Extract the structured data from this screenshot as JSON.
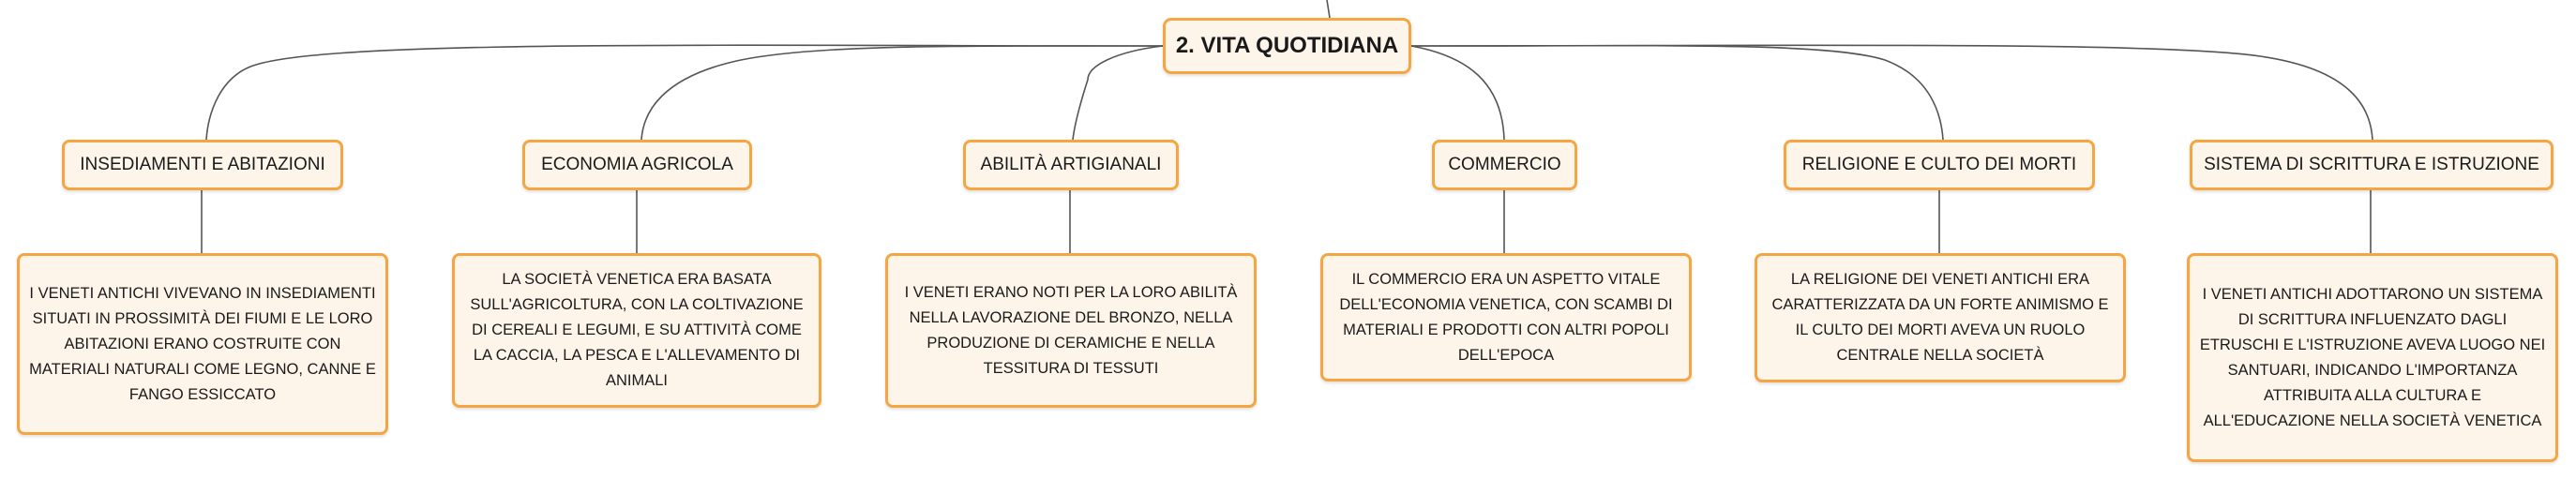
{
  "root": {
    "label": "2. VITA QUOTIDIANA"
  },
  "branches": [
    {
      "topic": "INSEDIAMENTI E ABITAZIONI",
      "description": "I VENETI ANTICHI VIVEVANO IN INSEDIAMENTI SITUATI IN PROSSIMITÀ DEI FIUMI E LE LORO ABITAZIONI ERANO COSTRUITE CON MATERIALI NATURALI COME LEGNO, CANNE E FANGO ESSICCATO"
    },
    {
      "topic": "ECONOMIA AGRICOLA",
      "description": "LA SOCIETÀ VENETICA ERA BASATA SULL'AGRICOLTURA, CON LA COLTIVAZIONE DI CEREALI E LEGUMI, E SU ATTIVITÀ COME LA CACCIA, LA PESCA E L'ALLEVAMENTO DI ANIMALI"
    },
    {
      "topic": "ABILITÀ ARTIGIANALI",
      "description": "I VENETI ERANO NOTI PER LA LORO ABILITÀ NELLA LAVORAZIONE DEL BRONZO, NELLA PRODUZIONE DI CERAMICHE E NELLA TESSITURA DI TESSUTI"
    },
    {
      "topic": "COMMERCIO",
      "description": "IL COMMERCIO ERA UN ASPETTO VITALE DELL'ECONOMIA VENETICA, CON SCAMBI DI MATERIALI E PRODOTTI CON ALTRI POPOLI DELL'EPOCA"
    },
    {
      "topic": "RELIGIONE E CULTO DEI MORTI",
      "description": "LA RELIGIONE DEI VENETI ANTICHI ERA CARATTERIZZATA DA UN FORTE ANIMISMO E IL CULTO DEI MORTI AVEVA UN RUOLO CENTRALE NELLA SOCIETÀ"
    },
    {
      "topic": "SISTEMA DI SCRITTURA E ISTRUZIONE",
      "description": "I VENETI ANTICHI ADOTTARONO UN SISTEMA DI SCRITTURA INFLUENZATO DAGLI ETRUSCHI E L'ISTRUZIONE AVEVA LUOGO NEI SANTUARI, INDICANDO L'IMPORTANZA ATTRIBUITA ALLA CULTURA E ALL'EDUCAZIONE NELLA SOCIETÀ VENETICA"
    }
  ],
  "colors": {
    "border": "#f5a642",
    "fill": "#fdf4ea",
    "line": "#555555"
  }
}
